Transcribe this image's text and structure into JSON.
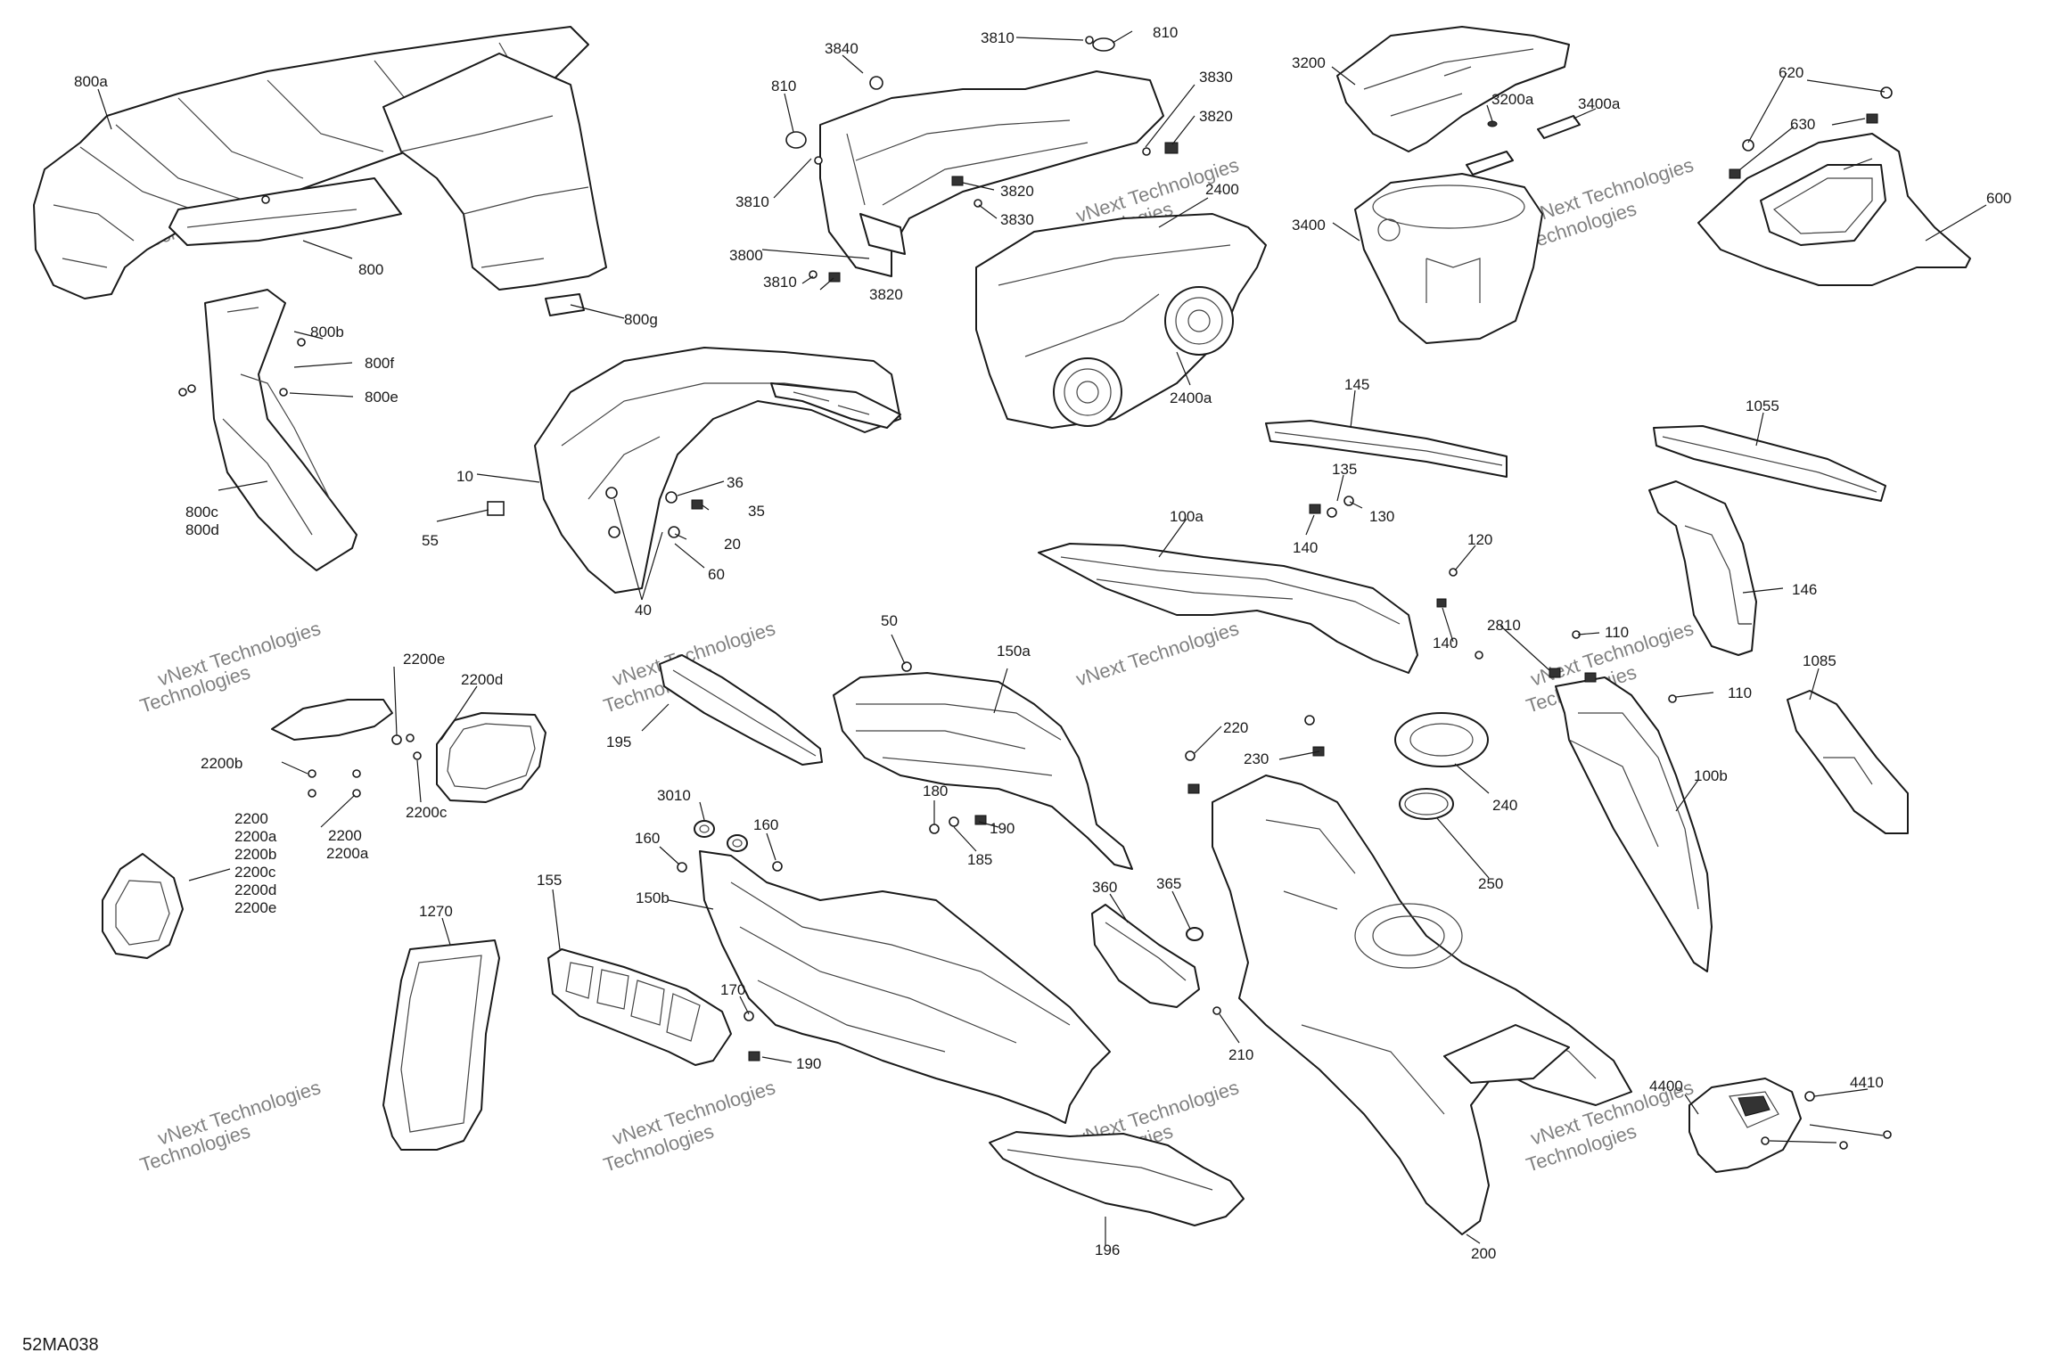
{
  "diagram_code": "52MA038",
  "watermark_lines": [
    "vNext Technologies",
    "Technologies"
  ],
  "callouts": [
    {
      "id": "c800a",
      "text": "800a"
    },
    {
      "id": "c800",
      "text": "800"
    },
    {
      "id": "c800b",
      "text": "800b"
    },
    {
      "id": "c800f",
      "text": "800f"
    },
    {
      "id": "c800e",
      "text": "800e"
    },
    {
      "id": "c800g",
      "text": "800g"
    },
    {
      "id": "c800c",
      "text": "800c"
    },
    {
      "id": "c800d",
      "text": "800d"
    },
    {
      "id": "c3840",
      "text": "3840"
    },
    {
      "id": "c810a",
      "text": "810"
    },
    {
      "id": "c3810a",
      "text": "3810"
    },
    {
      "id": "c810b",
      "text": "810"
    },
    {
      "id": "c3830a",
      "text": "3830"
    },
    {
      "id": "c3820a",
      "text": "3820"
    },
    {
      "id": "c3810b",
      "text": "3810"
    },
    {
      "id": "c3820b",
      "text": "3820"
    },
    {
      "id": "c3830b",
      "text": "3830"
    },
    {
      "id": "c3800",
      "text": "3800"
    },
    {
      "id": "c3810c",
      "text": "3810"
    },
    {
      "id": "c3820c",
      "text": "3820"
    },
    {
      "id": "c2400",
      "text": "2400"
    },
    {
      "id": "c2400a",
      "text": "2400a"
    },
    {
      "id": "c3200",
      "text": "3200"
    },
    {
      "id": "c3200a",
      "text": "3200a"
    },
    {
      "id": "c3400a",
      "text": "3400a"
    },
    {
      "id": "c3400",
      "text": "3400"
    },
    {
      "id": "c620",
      "text": "620"
    },
    {
      "id": "c630",
      "text": "630"
    },
    {
      "id": "c600",
      "text": "600"
    },
    {
      "id": "c145",
      "text": "145"
    },
    {
      "id": "c1055",
      "text": "1055"
    },
    {
      "id": "c135",
      "text": "135"
    },
    {
      "id": "c130",
      "text": "130"
    },
    {
      "id": "c140a",
      "text": "140"
    },
    {
      "id": "c10",
      "text": "10"
    },
    {
      "id": "c36",
      "text": "36"
    },
    {
      "id": "c35",
      "text": "35"
    },
    {
      "id": "c55",
      "text": "55"
    },
    {
      "id": "c20",
      "text": "20"
    },
    {
      "id": "c60",
      "text": "60"
    },
    {
      "id": "c40",
      "text": "40"
    },
    {
      "id": "c100a",
      "text": "100a"
    },
    {
      "id": "c146",
      "text": "146"
    },
    {
      "id": "c120",
      "text": "120"
    },
    {
      "id": "c140b",
      "text": "140"
    },
    {
      "id": "c2810",
      "text": "2810"
    },
    {
      "id": "c110a",
      "text": "110"
    },
    {
      "id": "c110b",
      "text": "110"
    },
    {
      "id": "c1085",
      "text": "1085"
    },
    {
      "id": "c2200e",
      "text": "2200e"
    },
    {
      "id": "c2200d",
      "text": "2200d"
    },
    {
      "id": "c2200b",
      "text": "2200b"
    },
    {
      "id": "c2200c",
      "text": "2200c"
    },
    {
      "id": "c2200x",
      "text": "2200"
    },
    {
      "id": "c2200ax",
      "text": "2200a"
    },
    {
      "id": "c50",
      "text": "50"
    },
    {
      "id": "c150a",
      "text": "150a"
    },
    {
      "id": "c195",
      "text": "195"
    },
    {
      "id": "c220",
      "text": "220"
    },
    {
      "id": "c230",
      "text": "230"
    },
    {
      "id": "c240",
      "text": "240"
    },
    {
      "id": "c100b",
      "text": "100b"
    },
    {
      "id": "c3010",
      "text": "3010"
    },
    {
      "id": "c160a",
      "text": "160"
    },
    {
      "id": "c160b",
      "text": "160"
    },
    {
      "id": "c180",
      "text": "180"
    },
    {
      "id": "c190a",
      "text": "190"
    },
    {
      "id": "c185",
      "text": "185"
    },
    {
      "id": "c250",
      "text": "250"
    },
    {
      "id": "c155",
      "text": "155"
    },
    {
      "id": "c150b",
      "text": "150b"
    },
    {
      "id": "c1270",
      "text": "1270"
    },
    {
      "id": "c360",
      "text": "360"
    },
    {
      "id": "c365",
      "text": "365"
    },
    {
      "id": "c170",
      "text": "170"
    },
    {
      "id": "c190b",
      "text": "190"
    },
    {
      "id": "c210",
      "text": "210"
    },
    {
      "id": "c4410",
      "text": "4410"
    },
    {
      "id": "c4400",
      "text": "4400"
    },
    {
      "id": "c196",
      "text": "196"
    },
    {
      "id": "c200",
      "text": "200"
    }
  ],
  "mirror_kit_list": [
    "2200",
    "2200a",
    "2200b",
    "2200c",
    "2200d",
    "2200e"
  ]
}
